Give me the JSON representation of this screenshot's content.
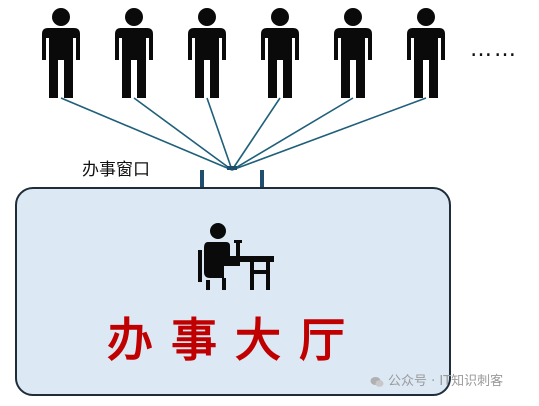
{
  "diagram": {
    "window_label": "办事窗口",
    "hall_title": "办事大厅",
    "ellipsis": "……",
    "person_count": 6,
    "colors": {
      "person": "#0a0a0a",
      "connector": "#1f5f7a",
      "window_bracket": "#1f4e6e",
      "hall_fill": "#dce8f3",
      "hall_border": "#1f2d3a",
      "title": "#c00000"
    },
    "icons": [
      "person-icon",
      "clerk-at-desk-icon",
      "wechat-icon"
    ]
  },
  "watermark": {
    "text": "公众号 · IT知识刺客"
  }
}
